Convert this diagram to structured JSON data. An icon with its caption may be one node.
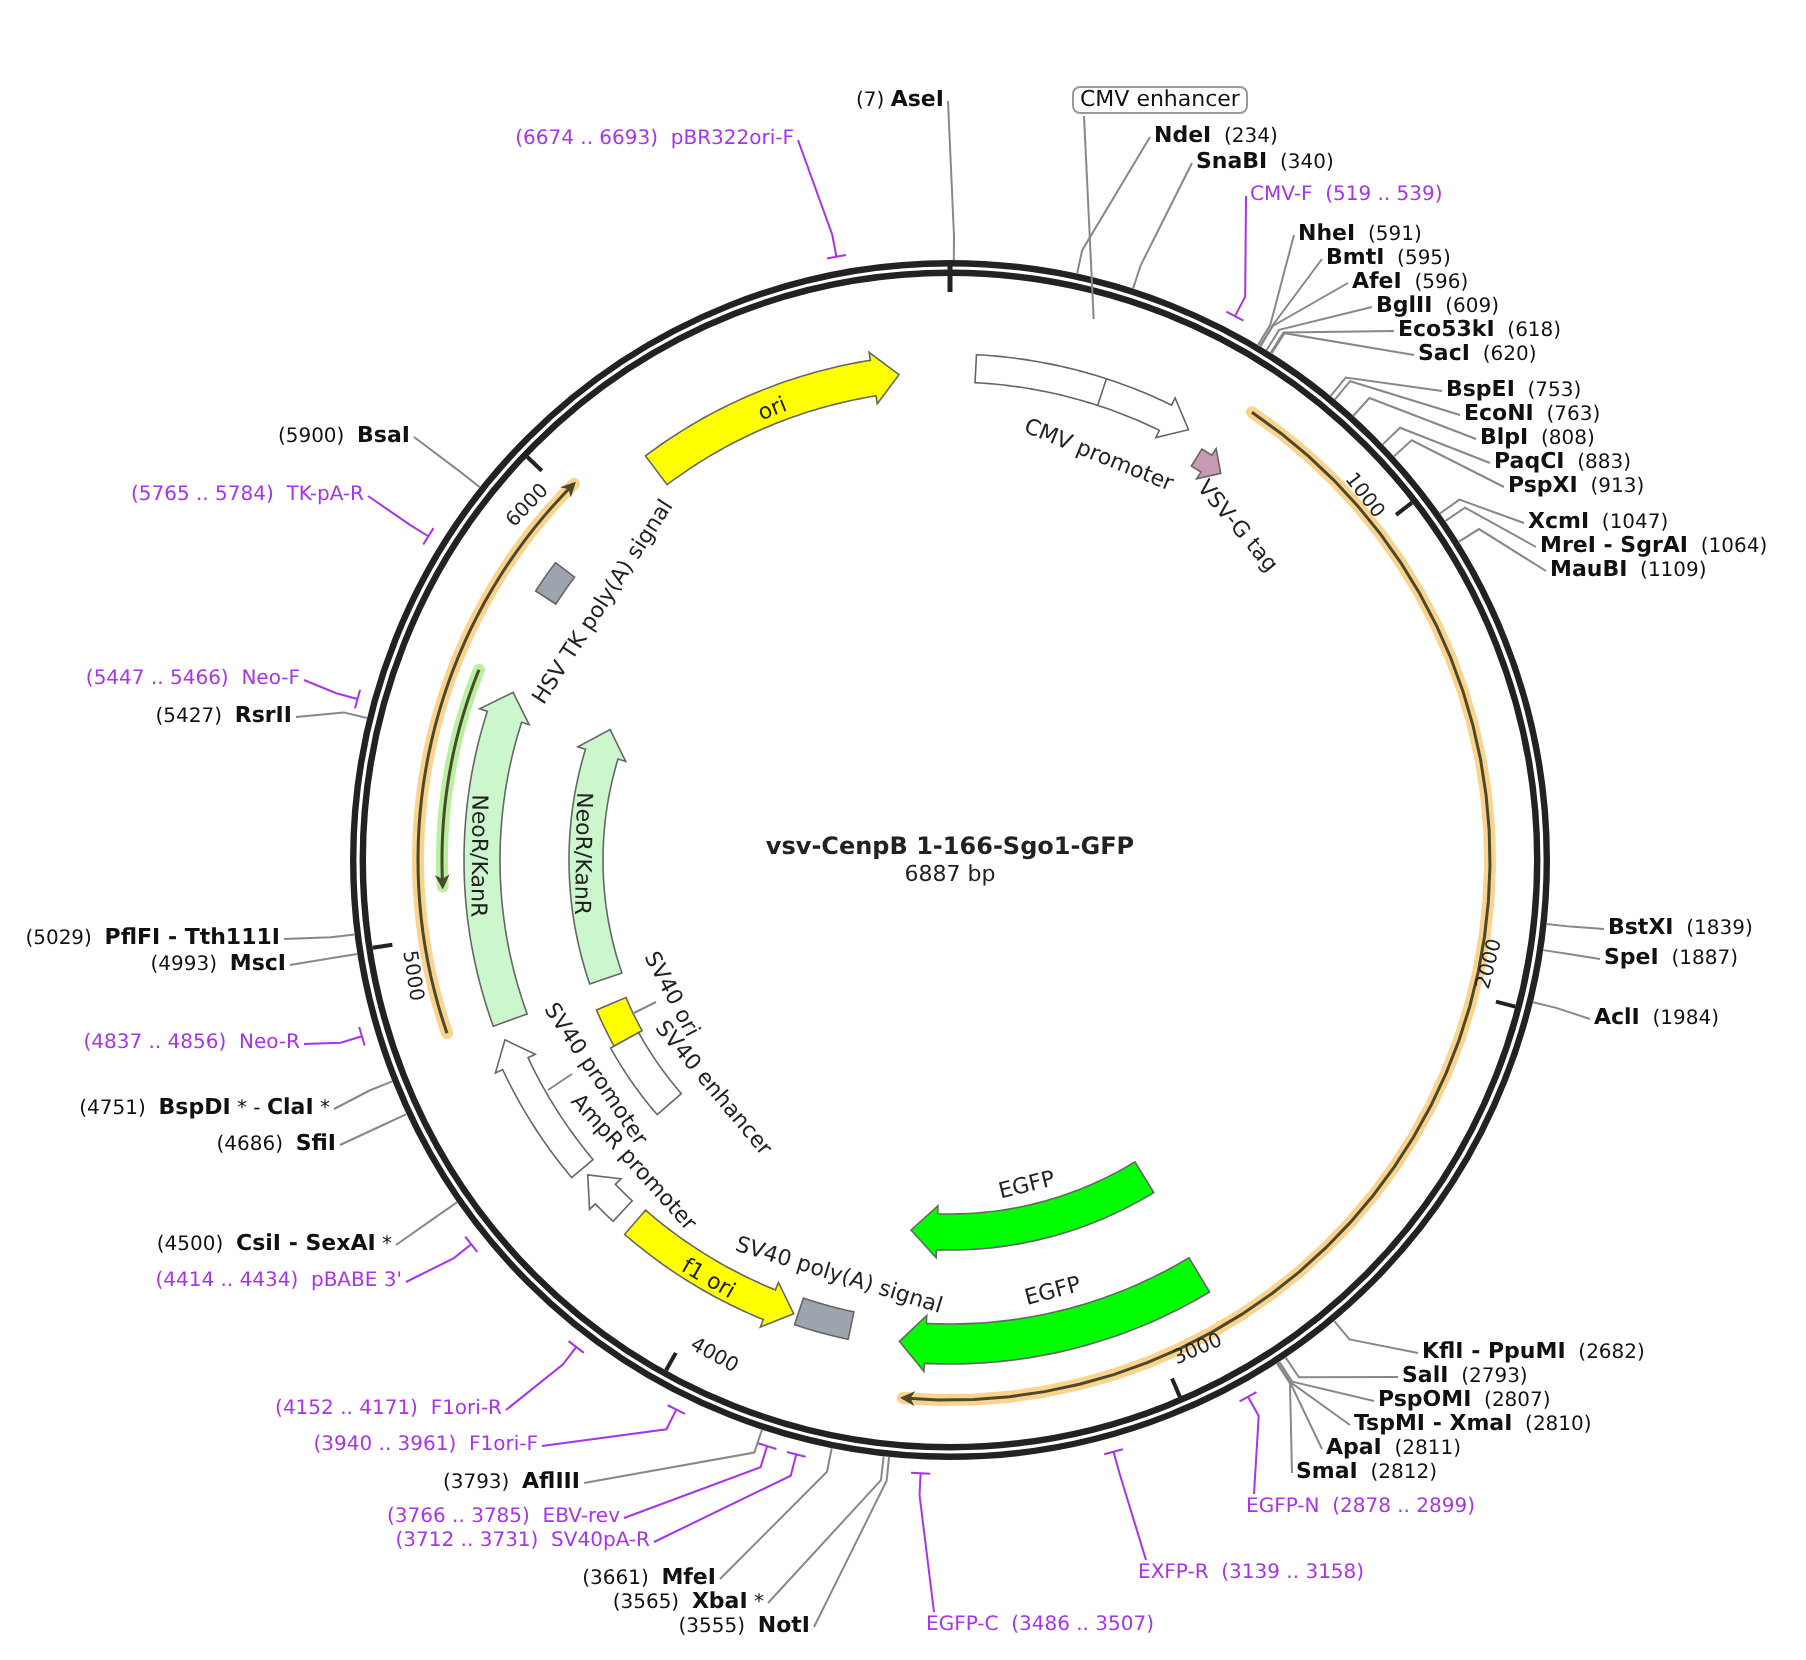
{
  "diagram": {
    "title": "vsv-CenpB 1-166-Sgo1-GFP",
    "nodes": [
      {
        "text": [
          "(7) **AseI**"
        ]
      },
      {
        "text": [
          "CMV enhancer"
        ]
      },
      {
        "text": [
          "(6674 .. 6693)  pBR322ori-F"
        ]
      },
      {
        "text": [
          "**NdeI**  (234)"
        ]
      },
      {
        "text": [
          "**SnaBI**  (340)"
        ]
      },
      {
        "text": [
          "CMV-F  (519 .. 539)"
        ]
      },
      {
        "text": [
          "**NheI**  (591)"
        ]
      },
      {
        "text": [
          "**BmtI**  (595)"
        ]
      },
      {
        "text": [
          "**AfeI**  (596)"
        ]
      },
      {
        "text": [
          "**BglII**  (609)"
        ]
      },
      {
        "text": [
          "**Eco53kI**  (618)"
        ]
      },
      {
        "text": [
          "**SacI**  (620)"
        ]
      },
      {
        "text": [
          "**BspEI**  (753)"
        ]
      },
      {
        "text": [
          "**EcoNI**  (763)"
        ]
      },
      {
        "text": [
          "**BlpI**  (808)"
        ]
      },
      {
        "text": [
          "**PaqCI**  (883)"
        ]
      },
      {
        "text": [
          "**PspXI**  (913)"
        ]
      },
      {
        "text": [
          "**XcmI**  (1047)"
        ]
      },
      {
        "text": [
          "**MreI - SgrAI**  (1064)"
        ]
      },
      {
        "text": [
          "**MauBI**  (1109)"
        ]
      },
      {
        "text": [
          "**BstXI**  (1839)"
        ]
      },
      {
        "text": [
          "**SpeI**  (1887)"
        ]
      },
      {
        "text": [
          "**AclI**  (1984)"
        ]
      },
      {
        "text": [
          "**KflI - PpuMI**  (2682)"
        ]
      },
      {
        "text": [
          "**SalI**  (2793)"
        ]
      },
      {
        "text": [
          "**PspOMI**  (2807)"
        ]
      },
      {
        "text": [
          "**TspMI - XmaI**  (2810)"
        ]
      },
      {
        "text": [
          "**ApaI**  (2811)"
        ]
      },
      {
        "text": [
          "**SmaI**  (2812)"
        ]
      },
      {
        "text": [
          "EGFP-N  (2878 .. 2899)"
        ]
      },
      {
        "text": [
          "EXFP-R  (3139 .. 3158)"
        ]
      },
      {
        "text": [
          "EGFP-C  (3486 .. 3507)"
        ]
      },
      {
        "text": [
          "(3555)  **NotI**"
        ]
      },
      {
        "text": [
          "(3565)  **XbaI** *"
        ]
      },
      {
        "text": [
          "(3661)  **MfeI**"
        ]
      },
      {
        "text": [
          "(3712 .. 3731)  SV40pA-R"
        ]
      },
      {
        "text": [
          "(3766 .. 3785)  EBV-rev"
        ]
      },
      {
        "text": [
          "(3793)  **AflIII**"
        ]
      },
      {
        "text": [
          "(3940 .. 3961)  F1ori-F"
        ]
      },
      {
        "text": [
          "(4152 .. 4171)  F1ori-R"
        ]
      },
      {
        "text": [
          "(4414 .. 4434)  pBABE 3'"
        ]
      },
      {
        "text": [
          "(4500)  **CsiI - SexAI** *"
        ]
      },
      {
        "text": [
          "(4686)  **SfiI**"
        ]
      },
      {
        "text": [
          "(4751)  **BspDI** * - **ClaI** *"
        ]
      },
      {
        "text": [
          "(4837 .. 4856)  Neo-R"
        ]
      },
      {
        "text": [
          "(4993)  **MscI**"
        ]
      },
      {
        "text": [
          "(5029)  **PflFI - Tth111I**"
        ]
      },
      {
        "text": [
          "(5427)  **RsrII**"
        ]
      },
      {
        "text": [
          "(5447 .. 5466)  Neo-F"
        ]
      },
      {
        "text": [
          "(5765 .. 5784)  TK-pA-R"
        ]
      },
      {
        "text": [
          "(5900)  **BsaI**"
        ]
      },
      {
        "text": [
          "ori"
        ]
      },
      {
        "text": [
          "CMV promoter"
        ]
      },
      {
        "text": [
          "VSV-G tag"
        ]
      },
      {
        "text": [
          "HSV TK poly(A) signal"
        ]
      },
      {
        "text": [
          "NeoR/KanR"
        ]
      },
      {
        "text": [
          "NeoR/KanR"
        ]
      },
      {
        "text": [],
        "shape": "box"
      },
      {
        "text": [
          "SV40 ori"
        ]
      },
      {
        "text": [
          "SV40 enhancer"
        ]
      },
      {
        "text": [],
        "shape": "arrow"
      },
      {
        "text": [
          "SV40 promoter"
        ]
      },
      {
        "text": [
          "AmpR promoter"
        ]
      },
      {
        "text": [
          "f1 ori"
        ]
      },
      {
        "text": [
          "SV40 poly(A) signal"
        ]
      },
      {
        "text": [
          "EGFP"
        ]
      },
      {
        "text": [
          "EGFP"
        ]
      }
    ],
    "edges": [
      {
        "from": 0,
        "to": null,
        "arrow": "none"
      },
      {
        "from": 1,
        "to": 52,
        "arrow": "none"
      },
      {
        "from": 2,
        "to": null,
        "arrow": "none",
        "color": "#a633ee"
      },
      {
        "from": 3,
        "to": null,
        "arrow": "none"
      },
      {
        "from": 4,
        "to": null,
        "arrow": "none"
      },
      {
        "from": 5,
        "to": null,
        "arrow": "none",
        "color": "#a633ee"
      },
      {
        "from": 6,
        "to": null,
        "arrow": "none"
      },
      {
        "from": 7,
        "to": null,
        "arrow": "none"
      },
      {
        "from": 8,
        "to": null,
        "arrow": "none"
      },
      {
        "from": 9,
        "to": null,
        "arrow": "none"
      },
      {
        "from": 10,
        "to": null,
        "arrow": "none"
      },
      {
        "from": 11,
        "to": null,
        "arrow": "none"
      },
      {
        "from": 12,
        "to": null,
        "arrow": "none"
      },
      {
        "from": 13,
        "to": null,
        "arrow": "none"
      },
      {
        "from": 14,
        "to": null,
        "arrow": "none"
      },
      {
        "from": 15,
        "to": null,
        "arrow": "none"
      },
      {
        "from": 16,
        "to": null,
        "arrow": "none"
      },
      {
        "from": 17,
        "to": null,
        "arrow": "none"
      },
      {
        "from": 18,
        "to": null,
        "arrow": "none"
      },
      {
        "from": 19,
        "to": null,
        "arrow": "none"
      },
      {
        "from": 20,
        "to": null,
        "arrow": "none"
      },
      {
        "from": 21,
        "to": null,
        "arrow": "none"
      },
      {
        "from": 22,
        "to": null,
        "arrow": "none"
      },
      {
        "from": 23,
        "to": null,
        "arrow": "none"
      },
      {
        "from": 24,
        "to": null,
        "arrow": "none"
      },
      {
        "from": 25,
        "to": null,
        "arrow": "none"
      },
      {
        "from": 26,
        "to": null,
        "arrow": "none"
      },
      {
        "from": 27,
        "to": null,
        "arrow": "none"
      },
      {
        "from": 28,
        "to": null,
        "arrow": "none"
      },
      {
        "from": 29,
        "to": null,
        "arrow": "none",
        "color": "#a633ee"
      },
      {
        "from": 30,
        "to": null,
        "arrow": "none",
        "color": "#a633ee"
      },
      {
        "from": 31,
        "to": null,
        "arrow": "none",
        "color": "#a633ee"
      },
      {
        "from": 32,
        "to": null,
        "arrow": "none"
      },
      {
        "from": 33,
        "to": null,
        "arrow": "none"
      },
      {
        "from": 34,
        "to": null,
        "arrow": "none"
      },
      {
        "from": 35,
        "to": null,
        "arrow": "none",
        "color": "#a633ee"
      },
      {
        "from": 36,
        "to": null,
        "arrow": "none",
        "color": "#a633ee"
      },
      {
        "from": 37,
        "to": null,
        "arrow": "none"
      },
      {
        "from": 38,
        "to": null,
        "arrow": "none",
        "color": "#a633ee"
      },
      {
        "from": 39,
        "to": null,
        "arrow": "none",
        "color": "#a633ee"
      },
      {
        "from": 40,
        "to": null,
        "arrow": "none",
        "color": "#a633ee"
      },
      {
        "from": 41,
        "to": null,
        "arrow": "none"
      },
      {
        "from": 42,
        "to": null,
        "arrow": "none"
      },
      {
        "from": 43,
        "to": null,
        "arrow": "none"
      },
      {
        "from": 44,
        "to": null,
        "arrow": "none",
        "color": "#a633ee"
      },
      {
        "from": 45,
        "to": null,
        "arrow": "none"
      },
      {
        "from": 46,
        "to": null,
        "arrow": "none"
      },
      {
        "from": 47,
        "to": null,
        "arrow": "none"
      },
      {
        "from": 48,
        "to": null,
        "arrow": "none",
        "color": "#a633ee"
      },
      {
        "from": 49,
        "to": null,
        "arrow": "none",
        "color": "#a633ee"
      },
      {
        "from": 50,
        "to": null,
        "arrow": "none"
      },
      {
        "from": 58,
        "to": 57,
        "arrow": "none"
      },
      {
        "from": 61,
        "to": 60,
        "arrow": "none"
      }
    ],
    "labels": [
      "6887 bp",
      "1000",
      "2000",
      "3000",
      "4000",
      "5000",
      "6000"
    ]
  }
}
